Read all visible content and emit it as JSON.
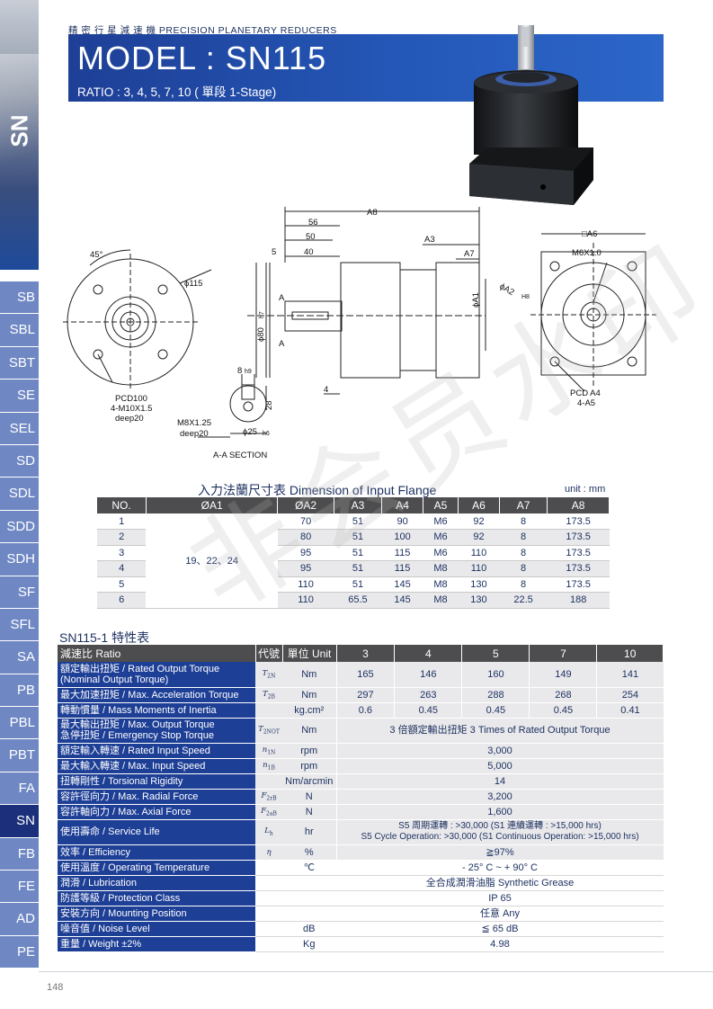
{
  "header": {
    "subtitle": "精 密 行 星 減 速 機  PRECISION PLANETARY REDUCERS",
    "model": "MODEL : SN115",
    "ratio": "RATIO : 3, 4, 5, 7, 10 ( 單段 1-Stage)"
  },
  "sidebar": {
    "series": "SN",
    "items": [
      "SB",
      "SBL",
      "SBT",
      "SE",
      "SEL",
      "SD",
      "SDL",
      "SDD",
      "SDH",
      "SF",
      "SFL",
      "SA",
      "PB",
      "PBL",
      "PBT",
      "FA",
      "SN",
      "FB",
      "FE",
      "AD",
      "PE"
    ],
    "active": "SN"
  },
  "drawing": {
    "angle": "45°",
    "d115": "ϕ115",
    "pcd_left": "PCD100",
    "holes_left": "4-M10X1.5",
    "deep_left": "deep20",
    "d80": "ϕ80",
    "h7": "h7",
    "a_top": "A",
    "a_bot": "A",
    "dim_56": "56",
    "dim_50": "50",
    "dim_40": "40",
    "dim_5": "5",
    "dim_A8": "A8",
    "dim_A3": "A3",
    "dim_A7": "A7",
    "dim_4": "4",
    "dim_A1": "ϕA1",
    "dim_A2": "ϕA2",
    "h8": "H8",
    "dim_A6": "□A6",
    "m6": "M6X1.0",
    "pcd_right": "PCD A4",
    "holes_right": "4-A5",
    "key_w": "8",
    "h9": "h9",
    "key_h": "28",
    "m8": "M8X1.25",
    "deep_sec": "deep20",
    "d25": "ϕ25",
    "h6": "h6",
    "section": "A-A SECTION"
  },
  "flange": {
    "title": "入力法蘭尺寸表  Dimension of Input Flange",
    "unit": "unit : mm",
    "headers": [
      "NO.",
      "ØA1",
      "ØA2",
      "A3",
      "A4",
      "A5",
      "A6",
      "A7",
      "A8"
    ],
    "a1_merged": "19、22、24",
    "rows": [
      [
        "1",
        "70",
        "51",
        "90",
        "M6",
        "92",
        "8",
        "173.5"
      ],
      [
        "2",
        "80",
        "51",
        "100",
        "M6",
        "92",
        "8",
        "173.5"
      ],
      [
        "3",
        "95",
        "51",
        "115",
        "M6",
        "110",
        "8",
        "173.5"
      ],
      [
        "4",
        "95",
        "51",
        "115",
        "M8",
        "110",
        "8",
        "173.5"
      ],
      [
        "5",
        "110",
        "51",
        "145",
        "M8",
        "130",
        "8",
        "173.5"
      ],
      [
        "6",
        "110",
        "65.5",
        "145",
        "M8",
        "130",
        "22.5",
        "188"
      ]
    ]
  },
  "spec": {
    "title": "SN115-1 特性表",
    "headers": {
      "ratio": "減速比 Ratio",
      "code": "代號",
      "unit": "單位 Unit",
      "ratios": [
        "3",
        "4",
        "5",
        "7",
        "10"
      ]
    },
    "rows": [
      {
        "name": "額定輸出扭矩 / Rated Output Torque\n(Nominal Output Torque)",
        "sym": "T2N",
        "unit": "Nm",
        "values": [
          "165",
          "146",
          "160",
          "149",
          "141"
        ]
      },
      {
        "name": "最大加速扭矩 / Max. Acceleration Torque",
        "sym": "T2B",
        "unit": "Nm",
        "values": [
          "297",
          "263",
          "288",
          "268",
          "254"
        ]
      },
      {
        "name": "轉動慣量 / Mass Moments of Inertia",
        "sym": "",
        "unit": "kg.cm²",
        "values": [
          "0.6",
          "0.45",
          "0.45",
          "0.45",
          "0.41"
        ]
      },
      {
        "name": "最大輸出扭矩 / Max. Output Torque\n急停扭矩 / Emergency Stop Torque",
        "sym": "T2NOT",
        "unit": "Nm",
        "span": "3 倍額定輸出扭矩 3 Times of Rated Output Torque"
      },
      {
        "name": "額定輸入轉速 / Rated Input Speed",
        "sym": "n1N",
        "unit": "rpm",
        "span": "3,000"
      },
      {
        "name": "最大輸入轉速 / Max. Input Speed",
        "sym": "n1B",
        "unit": "rpm",
        "span": "5,000"
      },
      {
        "name": "扭轉剛性 / Torsional Rigidity",
        "sym": "",
        "unit": "Nm/arcmin",
        "span": "14"
      },
      {
        "name": "容許徑向力 / Max. Radial Force",
        "sym": "F2rB",
        "unit": "N",
        "span": "3,200"
      },
      {
        "name": "容許軸向力 / Max. Axial Force",
        "sym": "F2aB",
        "unit": "N",
        "span": "1,600"
      },
      {
        "name": "使用壽命 / Service Life",
        "sym": "Lh",
        "unit": "hr",
        "span": "S5 周期運轉 : >30,000 (S1 連續運轉 : >15,000 hrs)\nS5 Cycle Operation: >30,000 (S1 Continuous Operation: >15,000 hrs)"
      },
      {
        "name": "效率 / Efficiency",
        "sym": "η",
        "unit": "%",
        "span": "≧97%"
      },
      {
        "name": "使用溫度 / Operating Temperature",
        "sym": "",
        "unit": "℃",
        "span": "- 25° C ~ + 90° C"
      },
      {
        "name": "潤滑 / Lubrication",
        "sym": "",
        "unit": "",
        "span": "全合成潤滑油脂 Synthetic Grease"
      },
      {
        "name": "防護等級 / Protection Class",
        "sym": "",
        "unit": "",
        "span": "IP 65"
      },
      {
        "name": "安裝方向 / Mounting Position",
        "sym": "",
        "unit": "",
        "span": "任意 Any"
      },
      {
        "name": "噪音值 / Noise Level",
        "sym": "",
        "unit": "dB",
        "span": "≦ 65 dB"
      },
      {
        "name": "重量 / Weight ±2%",
        "sym": "",
        "unit": "Kg",
        "span": "4.98"
      }
    ]
  },
  "watermark": "非会员水印",
  "page_number": "148"
}
